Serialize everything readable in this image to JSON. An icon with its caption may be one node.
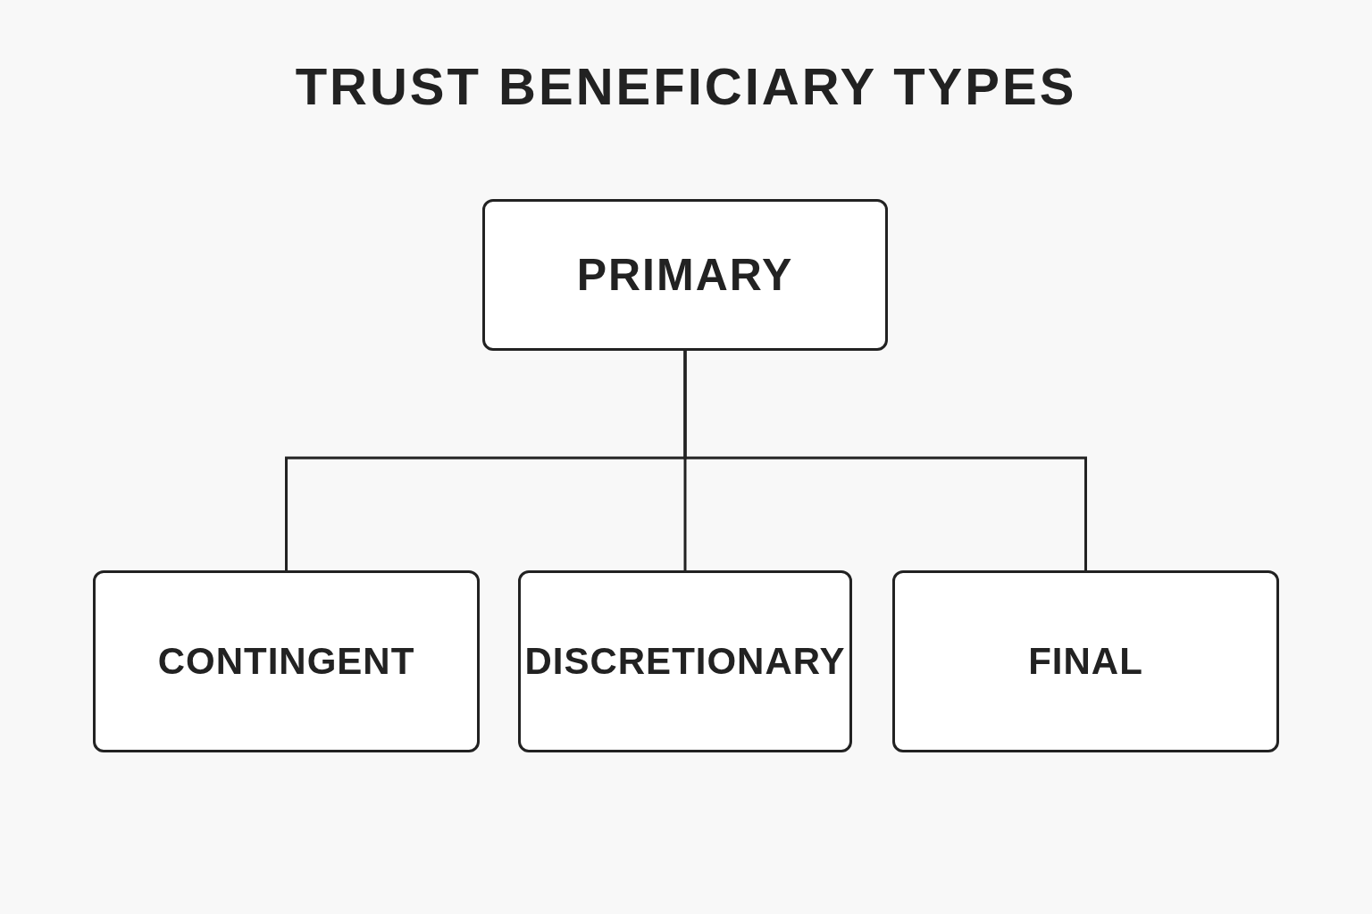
{
  "diagram": {
    "title": "TRUST BENEFICIARY TYPES",
    "nodes": [
      {
        "text": [
          "PRIMARY"
        ]
      },
      {
        "text": [
          "CONTINGENT"
        ]
      },
      {
        "text": [
          "DISCRETIONARY"
        ]
      },
      {
        "text": [
          "FINAL"
        ]
      }
    ],
    "edges": [
      {
        "from": 0,
        "to": 1,
        "arrow": "none"
      },
      {
        "from": 0,
        "to": 2,
        "arrow": "none"
      },
      {
        "from": 0,
        "to": 3,
        "arrow": "none"
      }
    ]
  }
}
